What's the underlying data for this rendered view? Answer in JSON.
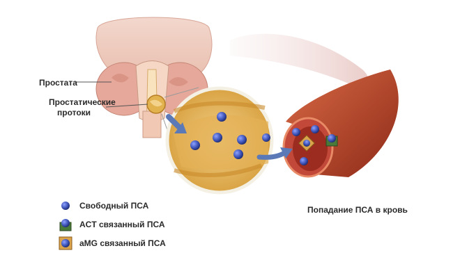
{
  "labels": {
    "prostate": "Простата",
    "ducts_line1": "Простатические",
    "ducts_line2": "протоки",
    "blood": "Попадание ПСА в кровь"
  },
  "legend": [
    {
      "icon": "free-psa-dot-icon",
      "label": "Свободный ПСА"
    },
    {
      "icon": "act-bound-psa-icon",
      "label": "ACT связанный ПСА"
    },
    {
      "icon": "amg-bound-psa-icon",
      "label": "aMG связанный ПСА"
    }
  ],
  "colors": {
    "psa_dot": "#3f55b8",
    "act_complex": "#4a7a3a",
    "amg_complex": "#d9a44c",
    "vessel": "#b8432a",
    "duct_fill": "#dfae4e",
    "arrow": "#5b79b6",
    "tissue_pink": "#e7b6a6"
  }
}
